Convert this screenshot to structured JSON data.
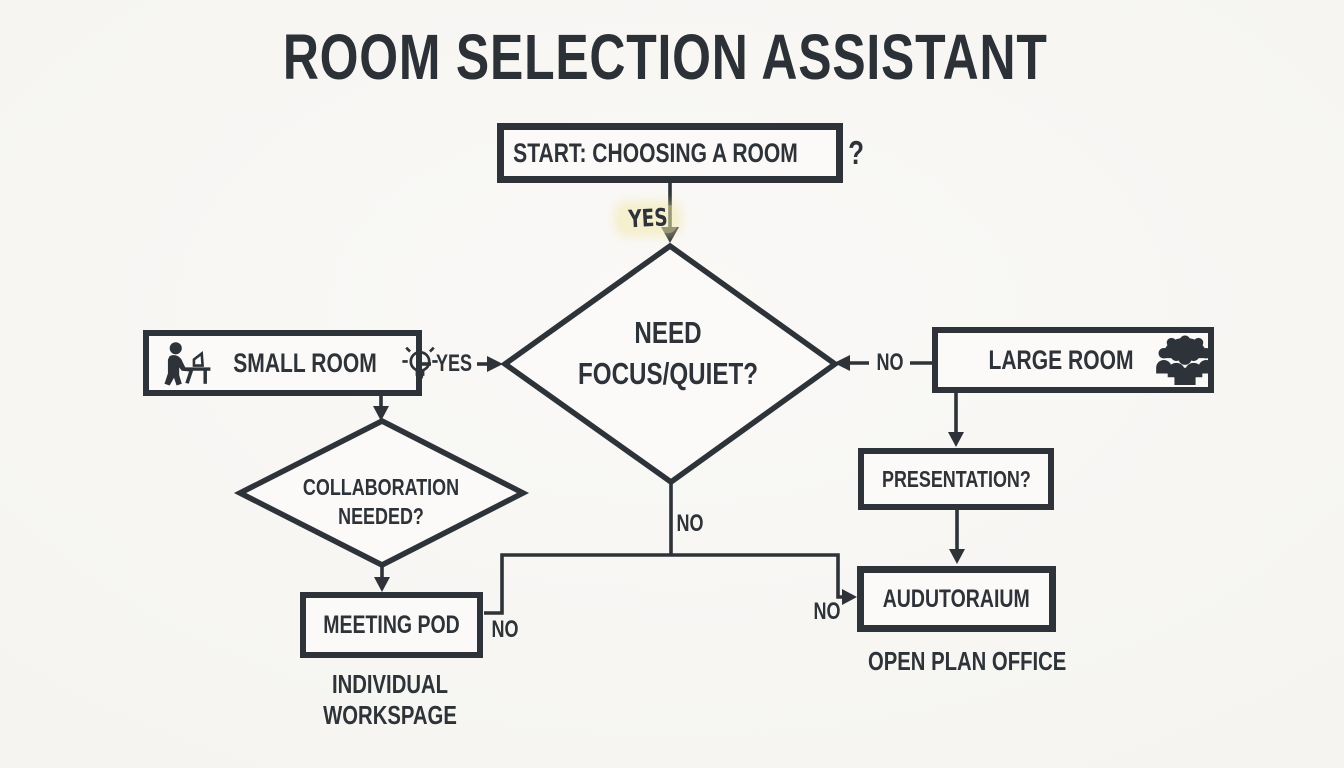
{
  "title": "ROOM SELECTION ASSISTANT",
  "colors": {
    "ink": "#2d3338",
    "background": "#f5f4f0",
    "node_fill": "#fbfaf8",
    "yes_highlight": "#f3e9af"
  },
  "flowchart": {
    "start": {
      "label": "START: CHOOSING A ROOM",
      "mark": "?"
    },
    "decision_main": {
      "line1": "NEED",
      "line2": "FOCUS/QUIET?"
    },
    "decision_collab": {
      "line1": "COLLABORATION",
      "line2": "NEEDED?"
    },
    "nodes": {
      "small_room": {
        "label": "SMALL ROOM",
        "icons": [
          "person-at-desk-icon",
          "lightbulb-icon"
        ]
      },
      "large_room": {
        "label": "LARGE ROOM",
        "icons": [
          "people-group-icon"
        ]
      },
      "meeting_pod": {
        "label": "MEETING POD"
      },
      "presentation": {
        "label": "PRESENTATION?"
      },
      "auditorium": {
        "label": "AUDUTORAIUM"
      }
    },
    "captions": {
      "individual_workspace_line1": "INDIVIDUAL",
      "individual_workspace_line2": "WORKSPAGE",
      "open_plan_office": "OPEN PLAN OFFICE"
    },
    "edge_labels": {
      "start_yes": "YES",
      "left_yes": "YES",
      "right_no": "NO",
      "bottom_no": "NO",
      "pod_no": "NO",
      "auditorium_no": "NO"
    }
  }
}
